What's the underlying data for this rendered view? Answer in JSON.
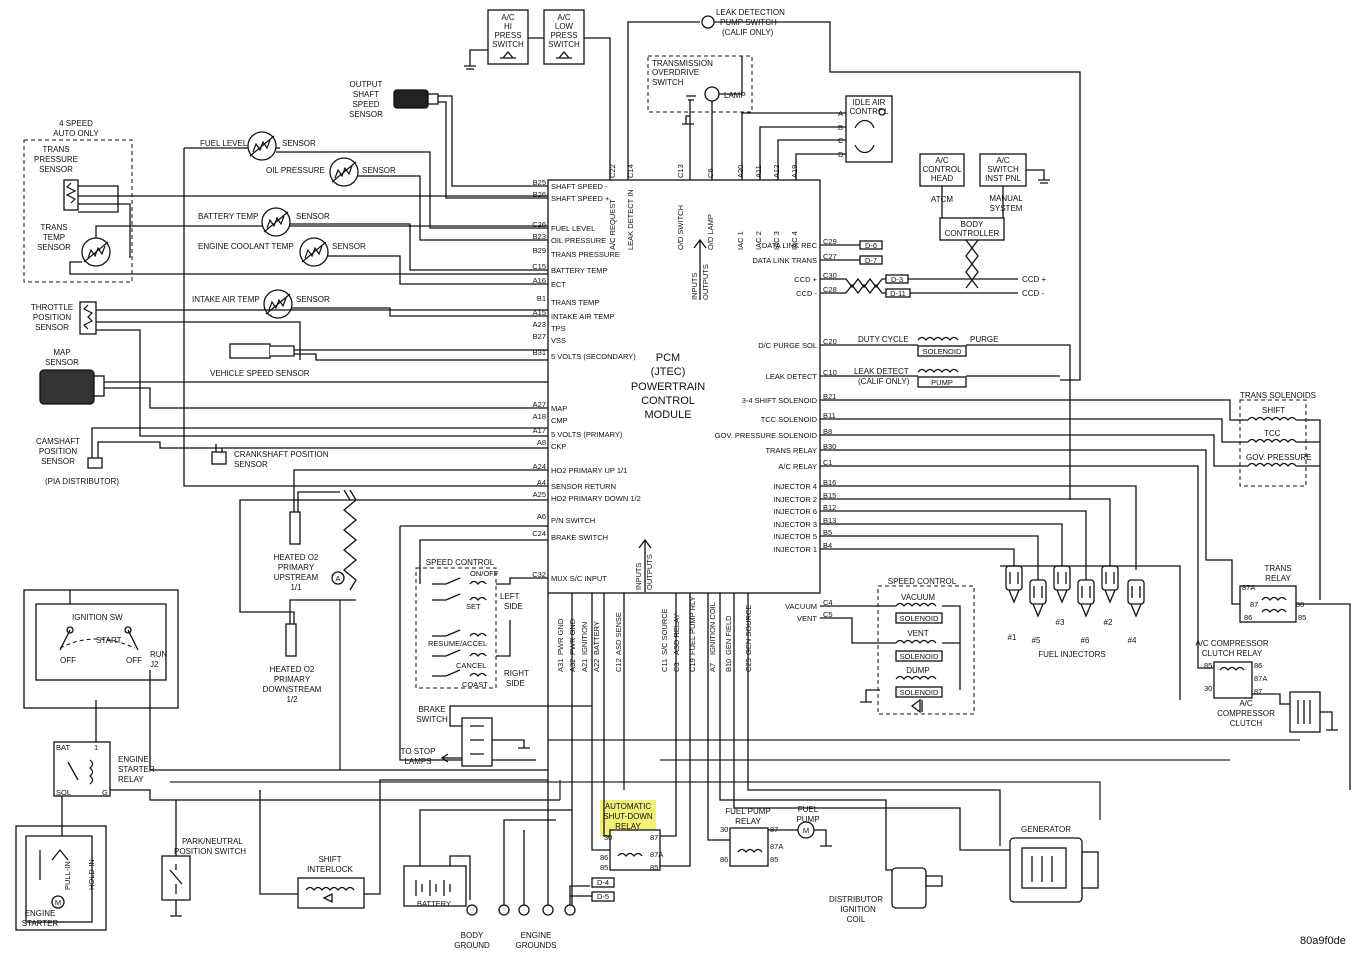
{
  "pcm": {
    "line1": "PCM",
    "line2": "(JTEC)",
    "line3": "POWERTRAIN",
    "line4": "CONTROL",
    "line5": "MODULE",
    "io_top": "INPUTS",
    "io_top2": "OUTPUTS",
    "io_bottom": "INPUTS",
    "io_bottom2": "OUTPUTS"
  },
  "left_pins": [
    {
      "pin": "B25",
      "label": "SHAFT SPEED -"
    },
    {
      "pin": "B26",
      "label": "SHAFT SPEED +"
    },
    {
      "pin": "C26",
      "label": "FUEL LEVEL"
    },
    {
      "pin": "B23",
      "label": "OIL PRESSURE"
    },
    {
      "pin": "B29",
      "label": "TRANS PRESSURE"
    },
    {
      "pin": "C15",
      "label": "BATTERY TEMP"
    },
    {
      "pin": "A16",
      "label": "ECT"
    },
    {
      "pin": "B1",
      "label": "TRANS TEMP"
    },
    {
      "pin": "A15",
      "label": "INTAKE AIR TEMP"
    },
    {
      "pin": "A23",
      "label": "TPS"
    },
    {
      "pin": "B27",
      "label": "VSS"
    },
    {
      "pin": "B31",
      "label": "5 VOLTS (SECONDARY)"
    },
    {
      "pin": "A27",
      "label": "MAP"
    },
    {
      "pin": "A18",
      "label": "CMP"
    },
    {
      "pin": "A17",
      "label": "5 VOLTS (PRIMARY)"
    },
    {
      "pin": "A8",
      "label": "CKP"
    },
    {
      "pin": "A24",
      "label": "HO2 PRIMARY UP 1/1"
    },
    {
      "pin": "A4",
      "label": "SENSOR RETURN"
    },
    {
      "pin": "A25",
      "label": "HO2 PRIMARY DOWN 1/2"
    },
    {
      "pin": "A6",
      "label": "P/N SWITCH"
    },
    {
      "pin": "C24",
      "label": "BRAKE SWITCH"
    },
    {
      "pin": "C32",
      "label": "MUX S/C INPUT"
    }
  ],
  "top_pins": [
    {
      "pin": "C22",
      "label": "A/C REQUEST"
    },
    {
      "pin": "C14",
      "label": "LEAK DETECT IN"
    },
    {
      "pin": "C13",
      "label": "O/D SWITCH"
    },
    {
      "pin": "C6",
      "label": "O/D LAMP"
    },
    {
      "pin": "A20",
      "label": "IAC 1"
    },
    {
      "pin": "A11",
      "label": "IAC 2"
    },
    {
      "pin": "A12",
      "label": "IAC 3"
    },
    {
      "pin": "A19",
      "label": "IAC 4"
    }
  ],
  "right_pins": [
    {
      "pin": "C29",
      "label": "DATA LINK REC"
    },
    {
      "pin": "C27",
      "label": "DATA LINK TRANS"
    },
    {
      "pin": "C30",
      "label": "CCD +"
    },
    {
      "pin": "C28",
      "label": "CCD -"
    },
    {
      "pin": "C20",
      "label": "D/C PURGE SOL"
    },
    {
      "pin": "C10",
      "label": "LEAK DETECT"
    },
    {
      "pin": "B21",
      "label": "3-4 SHIFT SOLENOID"
    },
    {
      "pin": "B11",
      "label": "TCC SOLENOID"
    },
    {
      "pin": "B8",
      "label": "GOV. PRESSURE SOLENOID"
    },
    {
      "pin": "B30",
      "label": "TRANS RELAY"
    },
    {
      "pin": "C1",
      "label": "A/C RELAY"
    },
    {
      "pin": "B16",
      "label": "INJECTOR 4"
    },
    {
      "pin": "B15",
      "label": "INJECTOR 2"
    },
    {
      "pin": "B12",
      "label": "INJECTOR 6"
    },
    {
      "pin": "B13",
      "label": "INJECTOR 3"
    },
    {
      "pin": "B5",
      "label": "INJECTOR 5"
    },
    {
      "pin": "B4",
      "label": "INJECTOR 1"
    },
    {
      "pin": "C4",
      "label": "VACUUM"
    },
    {
      "pin": "C5",
      "label": "VENT"
    }
  ],
  "bottom_pins": [
    {
      "pin": "A31",
      "label": "PWR GND"
    },
    {
      "pin": "A32",
      "label": "PWR GND"
    },
    {
      "pin": "A21",
      "label": "IGNITION"
    },
    {
      "pin": "A22",
      "label": "BATTERY"
    },
    {
      "pin": "C12",
      "label": "ASD SENSE"
    },
    {
      "pin": "C11",
      "label": "S/C SOURCE"
    },
    {
      "pin": "C3",
      "label": "ASD RELAY"
    },
    {
      "pin": "C19",
      "label": "FUEL PUMP RLY"
    },
    {
      "pin": "A7",
      "label": "IGNITION COIL"
    },
    {
      "pin": "B10",
      "label": "GEN FIELD"
    },
    {
      "pin": "C25",
      "label": "GEN SOURCE"
    }
  ],
  "components": {
    "ac_hi_1": "A/C",
    "ac_hi_2": "HI",
    "ac_hi_3": "PRESS",
    "ac_hi_4": "SWITCH",
    "ac_lo_1": "A/C",
    "ac_lo_2": "LOW",
    "ac_lo_3": "PRESS",
    "ac_lo_4": "SWITCH",
    "leak_pump_1": "LEAK DETECTION",
    "leak_pump_2": "PUMP SWITCH",
    "leak_pump_3": "(CALIF ONLY)",
    "trans_od_1": "TRANSMISSION",
    "trans_od_2": "OVERDRIVE",
    "trans_od_3": "SWITCH",
    "lamp": "LAMP",
    "idle_air_1": "IDLE AIR",
    "idle_air_2": "CONTROL",
    "iac_a": "A",
    "iac_b": "B",
    "iac_c": "C",
    "iac_d": "D",
    "ac_ctrl_1": "A/C",
    "ac_ctrl_2": "CONTROL",
    "ac_ctrl_3": "HEAD",
    "ac_sw_1": "A/C",
    "ac_sw_2": "SWITCH",
    "ac_sw_3": "INST PNL",
    "atcm": "ATCM",
    "manual_1": "MANUAL",
    "manual_2": "SYSTEM",
    "body_ctrl_1": "BODY",
    "body_ctrl_2": "CONTROLLER",
    "output_shaft_1": "OUTPUT",
    "output_shaft_2": "SHAFT",
    "output_shaft_3": "SPEED",
    "output_shaft_4": "SENSOR",
    "four_speed_1": "4 SPEED",
    "four_speed_2": "AUTO ONLY",
    "trans_press_1": "TRANS",
    "trans_press_2": "PRESSURE",
    "trans_press_3": "SENSOR",
    "trans_temp_1": "TRANS",
    "trans_temp_2": "TEMP",
    "trans_temp_3": "SENSOR",
    "fuel_level": "FUEL LEVEL",
    "sensor_word": "SENSOR",
    "oil_pressure": "OIL PRESSURE",
    "battery_temp": "BATTERY TEMP",
    "coolant_temp": "ENGINE COOLANT TEMP",
    "intake_air": "INTAKE AIR TEMP",
    "throttle_1": "THROTTLE",
    "throttle_2": "POSITION",
    "throttle_3": "SENSOR",
    "vss": "VEHICLE SPEED SENSOR",
    "map_1": "MAP",
    "map_2": "SENSOR",
    "cam_1": "CAMSHAFT",
    "cam_2": "POSITION",
    "cam_3": "SENSOR",
    "crank_1": "CRANKSHAFT POSITION",
    "crank_2": "SENSOR",
    "pia": "(PIA DISTRIBUTOR)",
    "o2_up_1": "HEATED O2",
    "o2_up_2": "PRIMARY",
    "o2_up_3": "UPSTREAM",
    "o2_up_4": "1/1",
    "o2_dn_1": "HEATED O2",
    "o2_dn_2": "PRIMARY",
    "o2_dn_3": "DOWNSTREAM",
    "o2_dn_4": "1/2",
    "splice_a": "A",
    "ign_sw": "IGNITION SW",
    "start": "START",
    "off1": "OFF",
    "off2": "OFF",
    "run": "RUN",
    "j2": "J2",
    "bat": "BAT",
    "sol": "SOL",
    "g": "G",
    "one": "1",
    "starter_relay_1": "ENGINE",
    "starter_relay_2": "STARTER",
    "starter_relay_3": "RELAY",
    "pull_in": "PULL-IN",
    "hold_in": "HOLD-IN",
    "m": "M",
    "engine_starter_1": "ENGINE",
    "engine_starter_2": "STARTER",
    "park_neutral_1": "PARK/NEUTRAL",
    "park_neutral_2": "POSITION SWITCH",
    "shift_interlock_1": "SHIFT",
    "shift_interlock_2": "INTERLOCK",
    "battery": "BATTERY",
    "body_gnd_1": "BODY",
    "body_gnd_2": "GROUND",
    "eng_gnd_1": "ENGINE",
    "eng_gnd_2": "GROUNDS",
    "speed_ctrl": "SPEED CONTROL",
    "on_off": "ON/OFF",
    "set": "SET",
    "left_1": "LEFT",
    "left_2": "SIDE",
    "resume": "RESUME/ACCEL",
    "cancel": "CANCEL",
    "coast": "COAST",
    "right_1": "RIGHT",
    "right_2": "SIDE",
    "brake_sw_1": "BRAKE",
    "brake_sw_2": "SWITCH",
    "stop_lamps_1": "TO STOP",
    "stop_lamps_2": "LAMPS",
    "asd_1": "AUTOMATIC",
    "asd_2": "SHUT-DOWN",
    "asd_3": "RELAY",
    "r30": "30",
    "r87": "87",
    "r87a": "87A",
    "r85": "85",
    "r86": "86",
    "fuel_relay_1": "FUEL PUMP",
    "fuel_relay_2": "RELAY",
    "fuel_pump_1": "FUEL",
    "fuel_pump_2": "PUMP",
    "dist_1": "DISTRIBUTOR",
    "dist_2": "IGNITION",
    "dist_3": "COIL",
    "generator": "GENERATOR",
    "duty_cycle": "DUTY CYCLE",
    "solenoid": "SOLENOID",
    "purge": "PURGE",
    "leak_detect_1": "LEAK DETECT",
    "leak_detect_2": "(CALIF ONLY)",
    "pump": "PUMP",
    "trans_sol": "TRANS SOLENOIDS",
    "shift": "SHIFT",
    "tcc": "TCC",
    "gov_press": "GOV. PRESSURE",
    "trans_relay_1": "TRANS",
    "trans_relay_2": "RELAY",
    "ac_comp_relay_1": "A/C COMPRESSOR",
    "ac_comp_relay_2": "CLUTCH RELAY",
    "ac_comp_1": "A/C",
    "ac_comp_2": "COMPRESSOR",
    "ac_comp_3": "CLUTCH",
    "speed_ctrl2": "SPEED CONTROL",
    "vacuum": "VACUUM",
    "vent": "VENT",
    "dump": "DUMP",
    "inj1": "#1",
    "inj5": "#5",
    "inj3": "#3",
    "inj6": "#6",
    "inj2": "#2",
    "inj4": "#4",
    "fuel_injectors": "FUEL INJECTORS",
    "d6": "D-6",
    "d7": "D-7",
    "d3": "D-3",
    "d11": "D-11",
    "d4": "D-4",
    "d5": "D-5",
    "ccd_plus": "CCD +",
    "ccd_minus": "CCD -"
  },
  "figure_id": "80a9f0de",
  "colors": {
    "highlight": "#f3f07a",
    "ink": "#111111"
  }
}
